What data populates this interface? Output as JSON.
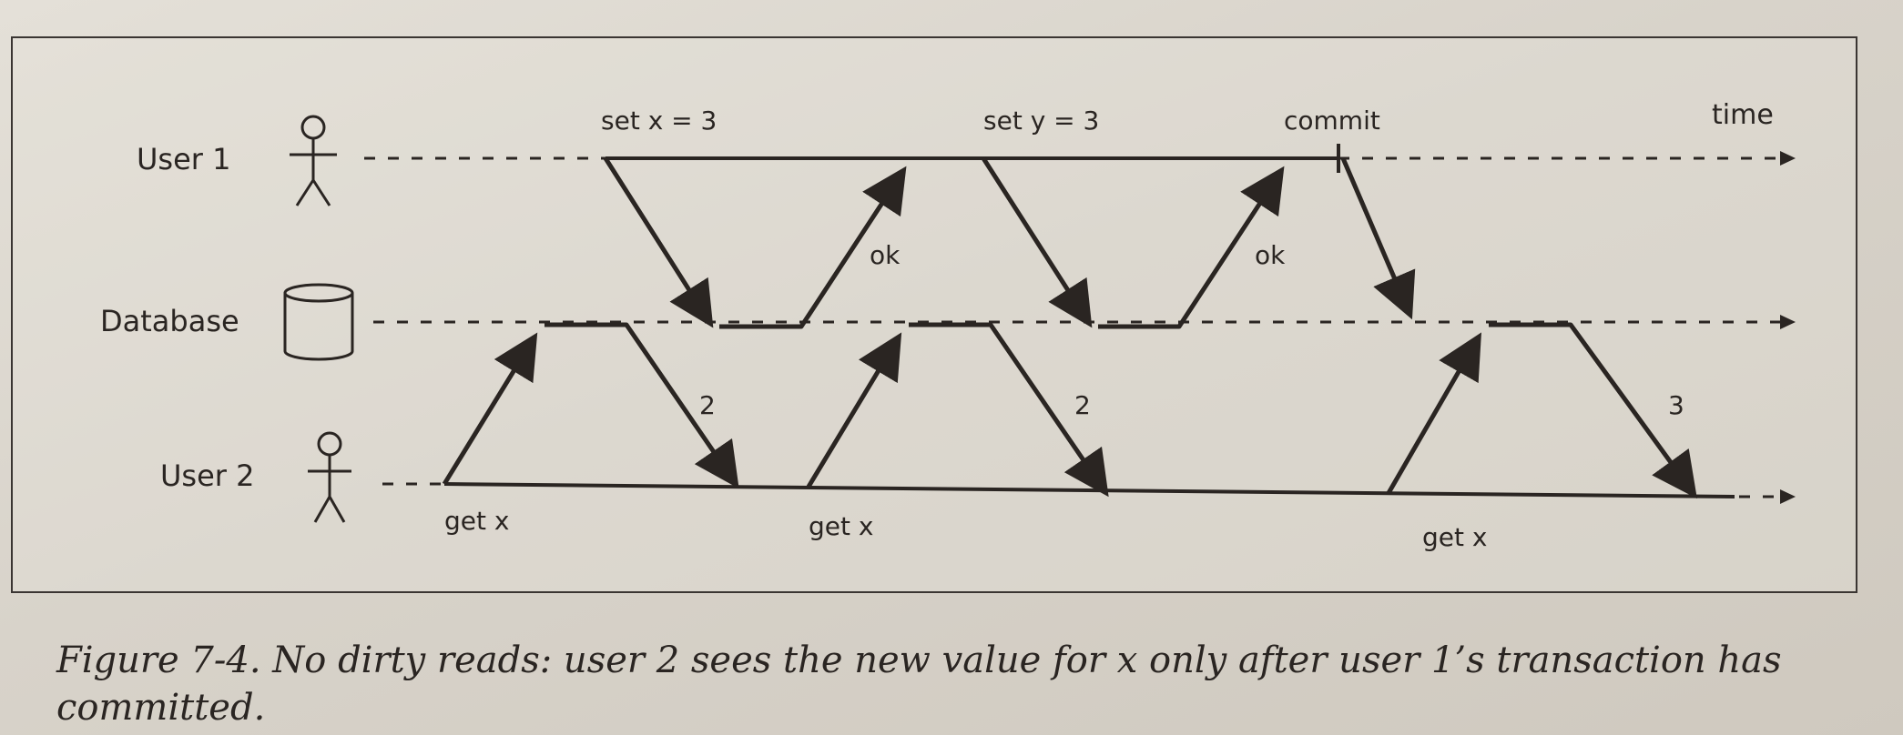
{
  "figure": {
    "caption": "Figure 7-4. No dirty reads: user 2 sees the new value for x only after user 1’s transaction has committed."
  },
  "diagram": {
    "actors": [
      {
        "label": "User 1",
        "icon": "stick-figure-icon"
      },
      {
        "label": "Database",
        "icon": "database-cylinder-icon"
      },
      {
        "label": "User 2",
        "icon": "stick-figure-icon"
      }
    ],
    "time_label": "time",
    "user1_ops": [
      "set x = 3",
      "set y = 3",
      "commit"
    ],
    "acks": [
      "ok",
      "ok"
    ],
    "user2_ops": [
      "get x",
      "get x",
      "get x"
    ],
    "read_results": [
      "2",
      "2",
      "3"
    ]
  }
}
